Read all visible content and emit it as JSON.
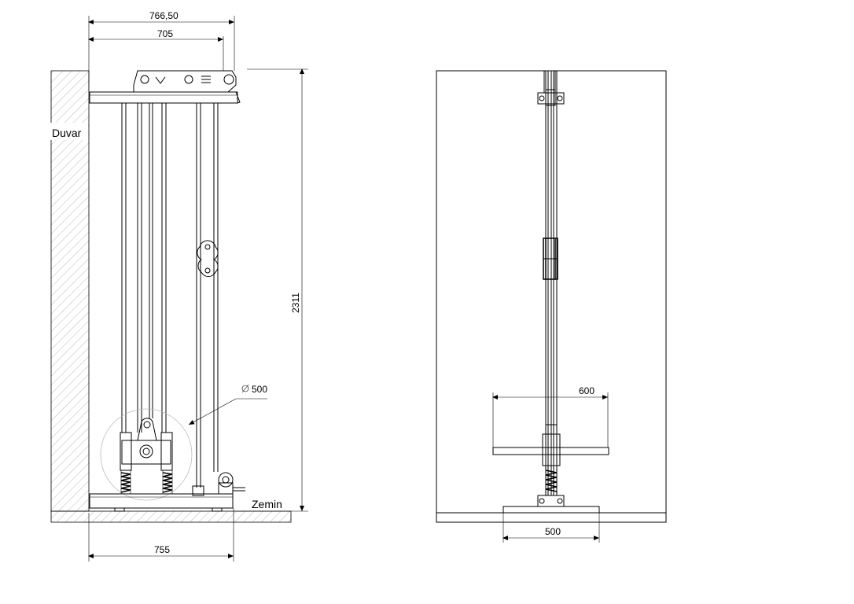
{
  "side_view": {
    "wall_label": "Duvar",
    "floor_label": "Zemin",
    "dim_total_depth": "766,50",
    "dim_frame_depth": "705",
    "dim_height": "2311",
    "dim_base_depth": "755",
    "dim_circle": "500"
  },
  "front_view": {
    "dim_handle_width": "600",
    "dim_base_width": "500"
  }
}
